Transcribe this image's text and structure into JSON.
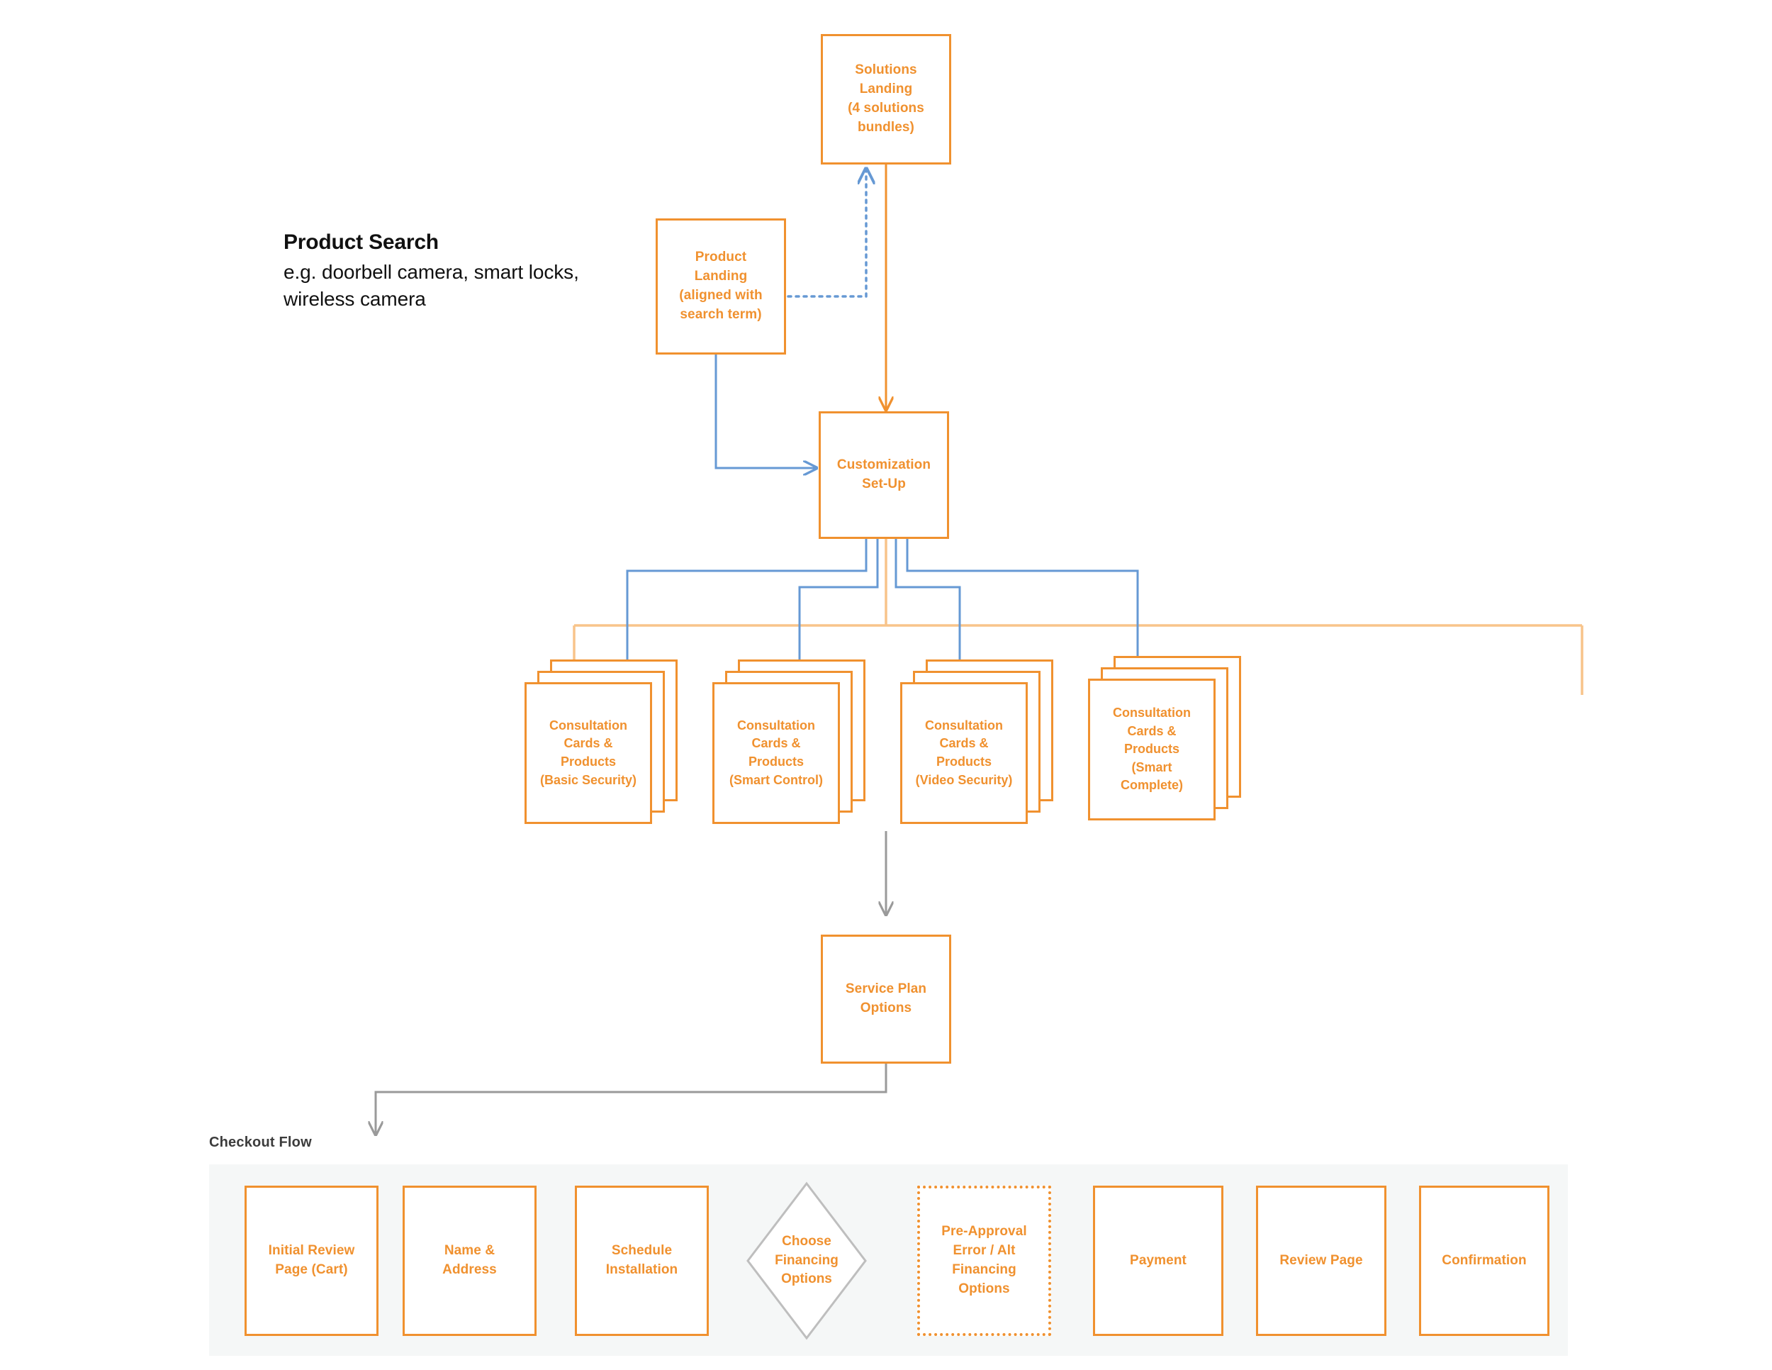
{
  "annotation": {
    "title": "Product Search",
    "subtitle": "e.g. doorbell camera, smart locks, wireless camera"
  },
  "nodes": {
    "solutions_landing": "Solutions Landing (4 solutions bundles)",
    "solutions_landing_lines": [
      "Solutions",
      "Landing",
      "(4 solutions",
      "bundles)"
    ],
    "product_landing_lines": [
      "Product",
      "Landing",
      "(aligned with",
      "search term)"
    ],
    "customization_lines": [
      "Customization",
      "Set-Up"
    ],
    "service_plan_lines": [
      "Service Plan",
      "Options"
    ]
  },
  "card_stacks": [
    {
      "id": "basic-security",
      "lines": [
        "Consultation",
        "Cards &",
        "Products",
        "(Basic Security)"
      ]
    },
    {
      "id": "smart-control",
      "lines": [
        "Consultation",
        "Cards &",
        "Products",
        "(Smart Control)"
      ]
    },
    {
      "id": "video-security",
      "lines": [
        "Consultation",
        "Cards &",
        "Products",
        "(Video Security)"
      ]
    },
    {
      "id": "smart-complete",
      "lines": [
        "Consultation",
        "Cards &",
        "Products",
        "(Smart",
        "Complete)"
      ]
    }
  ],
  "checkout": {
    "label": "Checkout Flow",
    "steps": [
      {
        "id": "initial-review",
        "type": "box",
        "lines": [
          "Initial Review",
          "Page (Cart)"
        ]
      },
      {
        "id": "name-address",
        "type": "box",
        "lines": [
          "Name &",
          "Address"
        ]
      },
      {
        "id": "schedule-install",
        "type": "box",
        "lines": [
          "Schedule",
          "Installation"
        ]
      },
      {
        "id": "choose-financing",
        "type": "diamond",
        "lines": [
          "Choose",
          "Financing",
          "Options"
        ]
      },
      {
        "id": "pre-approval",
        "type": "dotted",
        "lines": [
          "Pre-Approval",
          "Error / Alt",
          "Financing",
          "Options"
        ]
      },
      {
        "id": "payment",
        "type": "box",
        "lines": [
          "Payment"
        ]
      },
      {
        "id": "review-page",
        "type": "box",
        "lines": [
          "Review Page"
        ]
      },
      {
        "id": "confirmation",
        "type": "box",
        "lines": [
          "Confirmation"
        ]
      }
    ]
  },
  "colors": {
    "orange": "#F0912F",
    "orange_light": "#F8C48A",
    "blue": "#6699D4",
    "gray": "#9A9A9A",
    "band": "#F5F7F7",
    "text_dark": "#111111"
  }
}
